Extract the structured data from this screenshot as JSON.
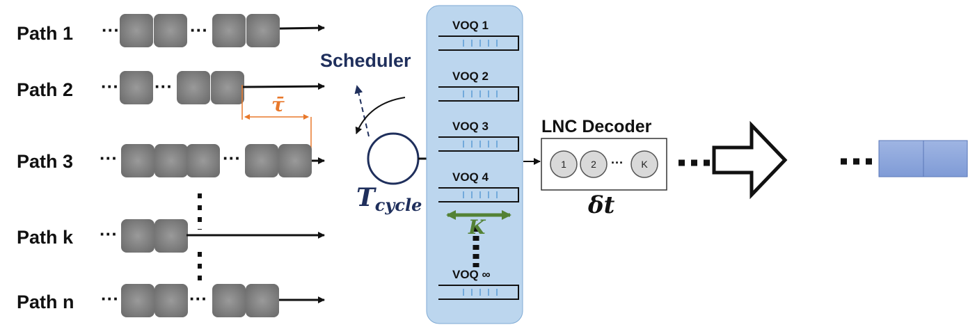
{
  "paths": [
    {
      "label": "Path 1"
    },
    {
      "label": "Path 2"
    },
    {
      "label": "Path 3"
    },
    {
      "label": "Path k"
    },
    {
      "label": "Path n"
    }
  ],
  "dots": "···",
  "scheduler": {
    "label": "Scheduler"
  },
  "tau": {
    "label": "τ̄"
  },
  "cycle": {
    "symbol": "T",
    "subscript": "cycle"
  },
  "voqs": [
    {
      "label": "VOQ 1"
    },
    {
      "label": "VOQ 2"
    },
    {
      "label": "VOQ 3"
    },
    {
      "label": "VOQ 4"
    },
    {
      "label": "VOQ ∞"
    }
  ],
  "k_label": "K",
  "decoder": {
    "title": "LNC Decoder",
    "nodes": [
      "1",
      "2",
      "K"
    ],
    "node_dots": "···",
    "delay": "δt"
  },
  "colors": {
    "packet": "#7a7a7a",
    "voq_panel": "#bcd6ee",
    "voq_tick": "#5b9bd5",
    "scheduler_text": "#1f2f5c",
    "tau": "#e8782a",
    "k_arrow": "#548235",
    "output_block": "#8ea9db"
  }
}
